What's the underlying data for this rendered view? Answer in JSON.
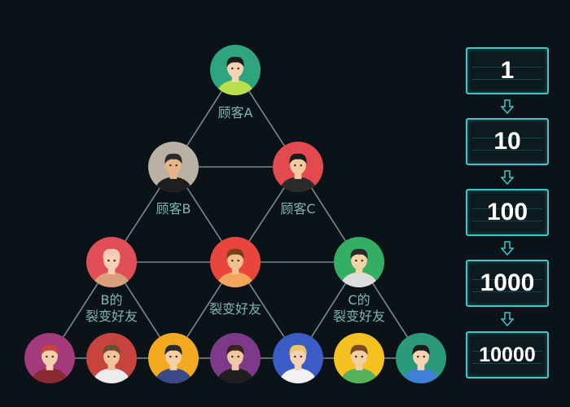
{
  "nodes": [
    {
      "id": "a",
      "label": "顾客A",
      "bg": "#2ea57f",
      "skin": "#f4d3b2",
      "hair": "#1c1c1c",
      "shirt": "#b9e04a"
    },
    {
      "id": "b",
      "label": "顾客B",
      "bg": "#b9b2a4",
      "skin": "#e8b48a",
      "hair": "#2a2a2a",
      "shirt": "#1e1e1e"
    },
    {
      "id": "c",
      "label": "顾客C",
      "bg": "#e34a4f",
      "skin": "#f3c9a0",
      "hair": "#1c1c1c",
      "shirt": "#2b2b2b"
    },
    {
      "id": "bf",
      "label": "B的\n裂变好友",
      "bg": "#e14f56",
      "skin": "#f7d0b6",
      "hair": "#f2c7b7",
      "shirt": "#d9a07b"
    },
    {
      "id": "mf",
      "label": "裂变好友",
      "bg": "#e8463c",
      "skin": "#f1c08f",
      "hair": "#7a3e18",
      "shirt": "#f2a65a"
    },
    {
      "id": "cf",
      "label": "C的\n裂变好友",
      "bg": "#33ae63",
      "skin": "#f4d3a8",
      "hair": "#2a2a2a",
      "shirt": "#dcdcdc"
    },
    {
      "id": "r1",
      "label": "",
      "bg": "#a33a7c",
      "skin": "#f4cfae",
      "hair": "#c9423e",
      "shirt": "#8a2a33"
    },
    {
      "id": "r2",
      "label": "",
      "bg": "#c6443d",
      "skin": "#f0c39b",
      "hair": "#6c4c34",
      "shirt": "#ececec"
    },
    {
      "id": "r3",
      "label": "",
      "bg": "#f3a91f",
      "skin": "#f3cfa6",
      "hair": "#2a2a2a",
      "shirt": "#3a4a88"
    },
    {
      "id": "r4",
      "label": "",
      "bg": "#7c3a88",
      "skin": "#f1c8a2",
      "hair": "#3a2222",
      "shirt": "#1f1f1f"
    },
    {
      "id": "r5",
      "label": "",
      "bg": "#3a5cc4",
      "skin": "#f3d3b4",
      "hair": "#e8c76a",
      "shirt": "#f2f2f2"
    },
    {
      "id": "r6",
      "label": "",
      "bg": "#f4c120",
      "skin": "#f3cfa6",
      "hair": "#7a4a24",
      "shirt": "#56b25a"
    },
    {
      "id": "r7",
      "label": "",
      "bg": "#2a9a7a",
      "skin": "#f3d3b4",
      "hair": "#1c1c1c",
      "shirt": "#3f7fd6"
    }
  ],
  "edges": [
    [
      "a",
      "b"
    ],
    [
      "a",
      "c"
    ],
    [
      "b",
      "c"
    ],
    [
      "b",
      "bf"
    ],
    [
      "b",
      "mf"
    ],
    [
      "c",
      "mf"
    ],
    [
      "c",
      "cf"
    ],
    [
      "bf",
      "mf"
    ],
    [
      "mf",
      "cf"
    ],
    [
      "bf",
      "r1"
    ],
    [
      "bf",
      "r3"
    ],
    [
      "mf",
      "r3"
    ],
    [
      "mf",
      "r5"
    ],
    [
      "cf",
      "r5"
    ],
    [
      "cf",
      "r7"
    ],
    [
      "r1",
      "r2"
    ],
    [
      "r2",
      "r3"
    ],
    [
      "r3",
      "r4"
    ],
    [
      "r4",
      "r5"
    ],
    [
      "r5",
      "r6"
    ],
    [
      "r6",
      "r7"
    ]
  ],
  "ladder": [
    "1",
    "10",
    "100",
    "1000",
    "10000"
  ],
  "colors": {
    "line": "#7a8a8e",
    "label": "#7fb8ae",
    "box_border": "#3fc7c7",
    "arrow": "#3fc7c7"
  }
}
